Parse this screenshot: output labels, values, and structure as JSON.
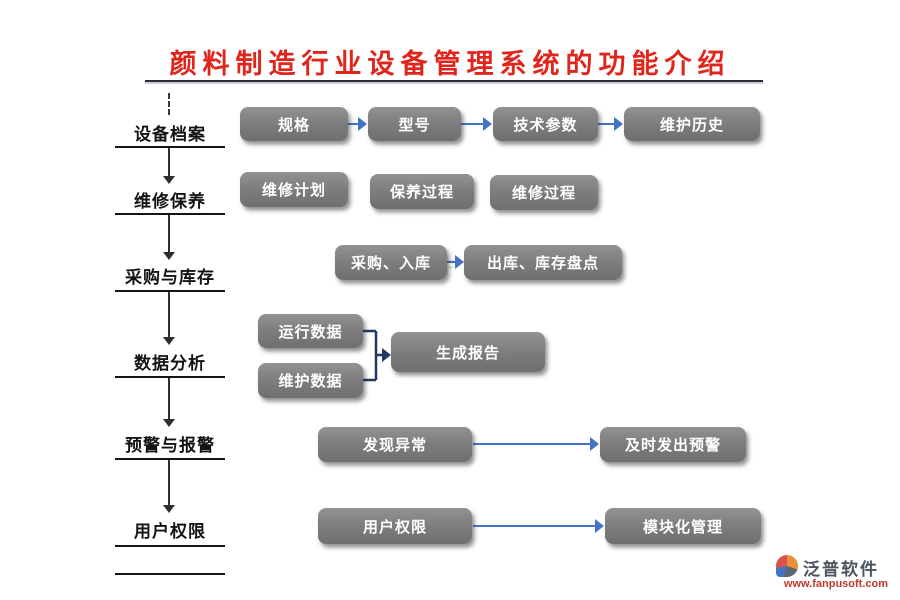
{
  "title": "颜料制造行业设备管理系统的功能介绍",
  "sidebar": {
    "labels": [
      "设备档案",
      "维修保养",
      "采购与库存",
      "数据分析",
      "预警与报警",
      "用户权限"
    ]
  },
  "rows": [
    {
      "name": "equipment-archive",
      "buttons": [
        "规格",
        "型号",
        "技术参数",
        "维护历史"
      ]
    },
    {
      "name": "maintenance",
      "buttons": [
        "维修计划",
        "保养过程",
        "维修过程"
      ]
    },
    {
      "name": "procurement-inventory",
      "buttons": [
        "采购、入库",
        "出库、库存盘点"
      ]
    },
    {
      "name": "data-analysis",
      "buttons": [
        "运行数据",
        "维护数据",
        "生成报告"
      ]
    },
    {
      "name": "alert-alarm",
      "buttons": [
        "发现异常",
        "及时发出预警"
      ]
    },
    {
      "name": "user-permission",
      "buttons": [
        "用户权限",
        "模块化管理"
      ]
    }
  ],
  "watermark": "泛普软件",
  "footer": {
    "brand": "泛普软件",
    "url": "www.fanpusoft.com"
  },
  "colors": {
    "title": "#e0261c",
    "button": "#7d7d7d",
    "arrow": "#4472c4",
    "connector": "#1f3864",
    "sidebar_ink": "#141414"
  }
}
